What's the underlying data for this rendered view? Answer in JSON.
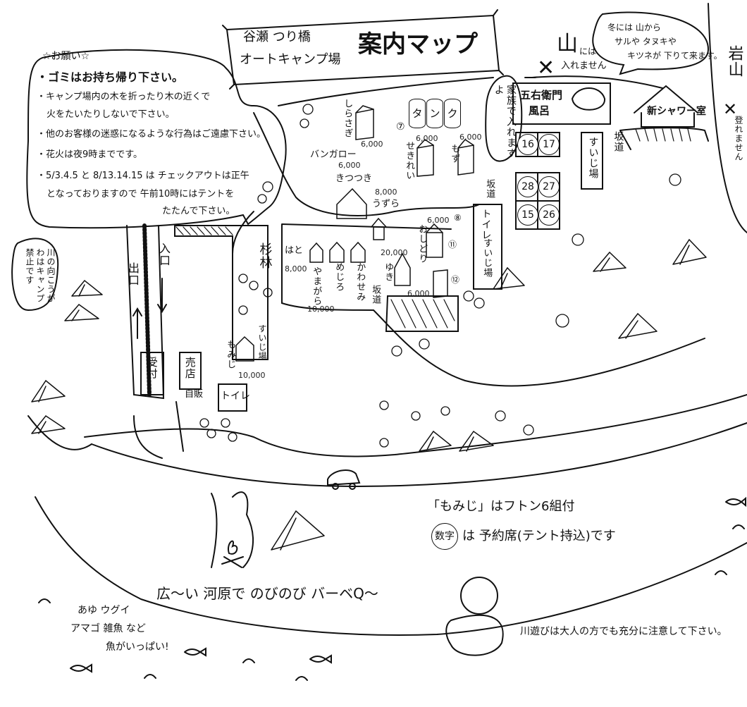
{
  "title": {
    "line1": "谷瀬 つり橋",
    "line2": "オートキャンプ場",
    "main": "案内マップ"
  },
  "notice": {
    "heading": "☆お願い☆",
    "lines": [
      "・ゴミはお持ち帰り下さい。",
      "・キャンプ場内の木を折ったり木の近くで",
      "火をたいたりしないで下さい。",
      "・他のお客様の迷惑になるような行為はご遠慮下さい。",
      "・花火は夜9時までです。",
      "・5/3.4.5 と 8/13.14.15 は チェックアウトは正午",
      "となっておりますので 午前10時にはテントを",
      "たたんで下さい。"
    ]
  },
  "mountain": {
    "label1": "山",
    "label2": "には",
    "label3": "入れません",
    "mark": "✕"
  },
  "winter_note": [
    "冬には 山から",
    "サルや タヌキや",
    "キツネが 下りて来ます。"
  ],
  "rock": {
    "label": "岩山",
    "mark": "✕",
    "sub": "登れません"
  },
  "river_note": "川の向こうがわはキャンプ禁止です",
  "family_note": "家族で入れますよ",
  "bath": {
    "line1": "五右衛門",
    "line2": "風呂"
  },
  "shower": "新シャワー室",
  "slope1": "坂道",
  "slope2": "坂道",
  "slope3": "坂道",
  "sink_right": "すいじ場",
  "sink_mid": "すいじ場",
  "sink_left": "すいじ場",
  "toilet_mid": "トイレ",
  "toilet_bottom": "トイレ",
  "exit": "出口",
  "entrance": "入口",
  "reception": "受付",
  "shop": "売店",
  "vending": "自販",
  "forest": "杉林",
  "bungalow": "バンガロー",
  "tank_label": [
    "タ",
    "ン",
    "ク"
  ],
  "tank_num": "⑦",
  "cabins": {
    "shirasagi": "しらさぎ",
    "sekirei": "せきれい",
    "mozu": "もず",
    "kitsutsuki": "きつつき",
    "uzura": "うずら",
    "hato": "はと",
    "yamagara": "やまがら",
    "mejiro": "めじろ",
    "kawasemi": "かわせみ",
    "oshidori": "おしどり",
    "yuki": "ゆき",
    "momiji": "もみじ"
  },
  "cabin_small_nums": [
    "⑧",
    "⑪",
    "⑫"
  ],
  "prices": [
    "6,000",
    "6,000",
    "6,000",
    "6,000",
    "8,000",
    "8,000",
    "20,000",
    "6,000",
    "6,000",
    "10,000",
    "10,000"
  ],
  "sites": [
    "16",
    "17",
    "28",
    "27",
    "15",
    "26"
  ],
  "note_momiji": "「もみじ」はフトン6組付",
  "note_numbers": {
    "circle": "数字",
    "rest": "は 予約席(テント持込)です"
  },
  "bbq": "広〜い 河原で のびのび バーベQ〜",
  "fish": [
    "あゆ ウグイ",
    "アマゴ 雑魚 など",
    "魚がいっぱい!"
  ],
  "river_caution": "川遊びは大人の方でも充分に注意して下さい。"
}
